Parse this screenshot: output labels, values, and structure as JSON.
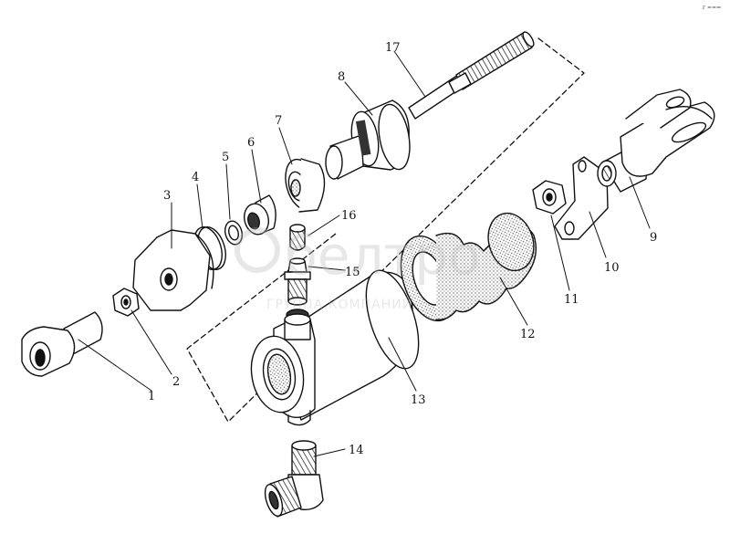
{
  "part_labels": {
    "p1": "1",
    "p2": "2",
    "p3": "3",
    "p4": "4",
    "p5": "5",
    "p6": "6",
    "p7": "7",
    "p8": "8",
    "p9": "9",
    "p10": "10",
    "p11": "11",
    "p12": "12",
    "p13": "13",
    "p14": "14",
    "p15": "15",
    "p16": "16",
    "p17": "17"
  },
  "watermark": {
    "brand": "белтро",
    "sub": "ГРУППА КОМПАНИЙ"
  },
  "corner_mark": "г ===",
  "colors": {
    "line": "#111111",
    "paper": "#ffffff",
    "watermark": "#c8c8c8",
    "stipple": "#8a8a8a"
  }
}
